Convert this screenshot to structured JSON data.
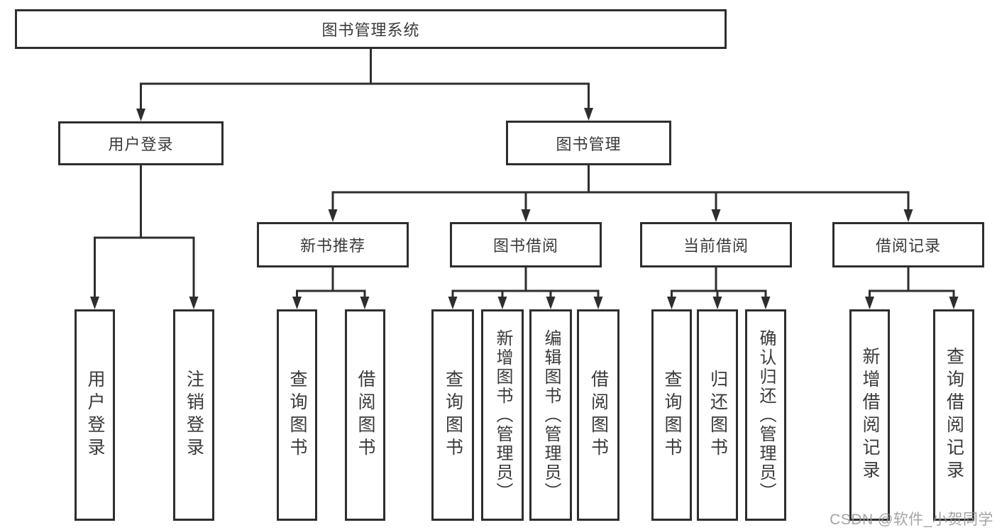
{
  "diagram": {
    "root": {
      "label": "图书管理系统"
    },
    "level2": [
      {
        "label": "用户登录",
        "children": [
          {
            "label": "用户登录"
          },
          {
            "label": "注销登录"
          }
        ]
      },
      {
        "label": "图书管理",
        "children": [
          {
            "label": "新书推荐",
            "children": [
              {
                "label": "查询图书"
              },
              {
                "label": "借阅图书"
              }
            ]
          },
          {
            "label": "图书借阅",
            "children": [
              {
                "label": "查询图书"
              },
              {
                "label": "新增图书（管理员）"
              },
              {
                "label": "编辑图书（管理员）"
              },
              {
                "label": "借阅图书"
              }
            ]
          },
          {
            "label": "当前借阅",
            "children": [
              {
                "label": "查询图书"
              },
              {
                "label": "归还图书"
              },
              {
                "label": "确认归还（管理员）"
              }
            ]
          },
          {
            "label": "借阅记录",
            "children": [
              {
                "label": "新增借阅记录"
              },
              {
                "label": "查询借阅记录"
              }
            ]
          }
        ]
      }
    ]
  },
  "watermark": {
    "text": "CSDN @软件_小贺同学"
  },
  "colors": {
    "line": "#2e2e2e",
    "box_border": "#2e2e2e",
    "text": "#3a3a3a",
    "watermark": "#949494",
    "background": "#ffffff"
  }
}
